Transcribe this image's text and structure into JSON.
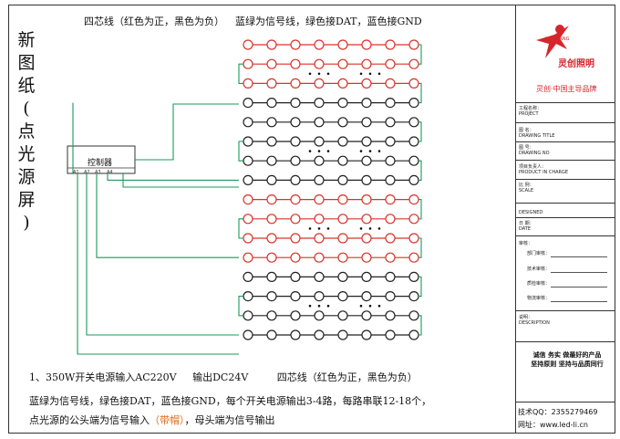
{
  "vertical_title": [
    "新",
    "图",
    "纸",
    "(",
    "点",
    "光",
    "源",
    "屏",
    ")"
  ],
  "top_notes": {
    "wire_note": "四芯线（红色为正，黑色为负）",
    "signal_note": "蓝绿为信号线，绿色接DAT，蓝色接GND"
  },
  "controller": {
    "label": "控制器",
    "ports": [
      "A1",
      "A2",
      "A3",
      "A4"
    ]
  },
  "bottom_notes": {
    "line1_a": "1、350W开关电源输入AC220V",
    "line1_b": "输出DC24V",
    "line1_c": "四芯线（红色为正，黑色为负）",
    "line2": "蓝绿为信号线，绿色接DAT，蓝色接GND，每个开关电源输出3-4路，每路串联12-18个，",
    "line3_a": "点光源的公头端为信号输入",
    "line3_b": "（带帽）",
    "line3_c": "，母头端为信号输出"
  },
  "title_block": {
    "logo_brand": "L-CHUANG",
    "logo_name": "灵创照明",
    "logo_slogan": "灵创·中国主导品牌",
    "fields": [
      {
        "cn": "工程名称：",
        "en": "PROJECT"
      },
      {
        "cn": "图  名：",
        "en": "DRAWING TITLE"
      },
      {
        "cn": "图  号：",
        "en": "DRAWING NO"
      },
      {
        "cn": "项目负责人：",
        "en": "PRODUCT IN CHARGE"
      },
      {
        "cn": "比  例：",
        "en": "SCALE"
      },
      {
        "cn": "",
        "en": "DESIGNED"
      },
      {
        "cn": "日  期：",
        "en": "DATE"
      }
    ],
    "review_label": "审核：",
    "signoffs": [
      "部门审核：",
      "技术审核：",
      "质检审核：",
      "物流审核："
    ],
    "remarks": {
      "cn": "说明：",
      "en": "DESCRIPTION"
    },
    "motto_1": "诚信  务实  做最好的产品",
    "motto_2": "坚持原则  坚持与品质同行",
    "qq": "技术QQ：2355279469",
    "website": "网址：www.led-li.cn"
  },
  "colors": {
    "red": "#d9342b",
    "black": "#222222",
    "green": "#1a9b5a",
    "brand_red": "#d7262b"
  }
}
